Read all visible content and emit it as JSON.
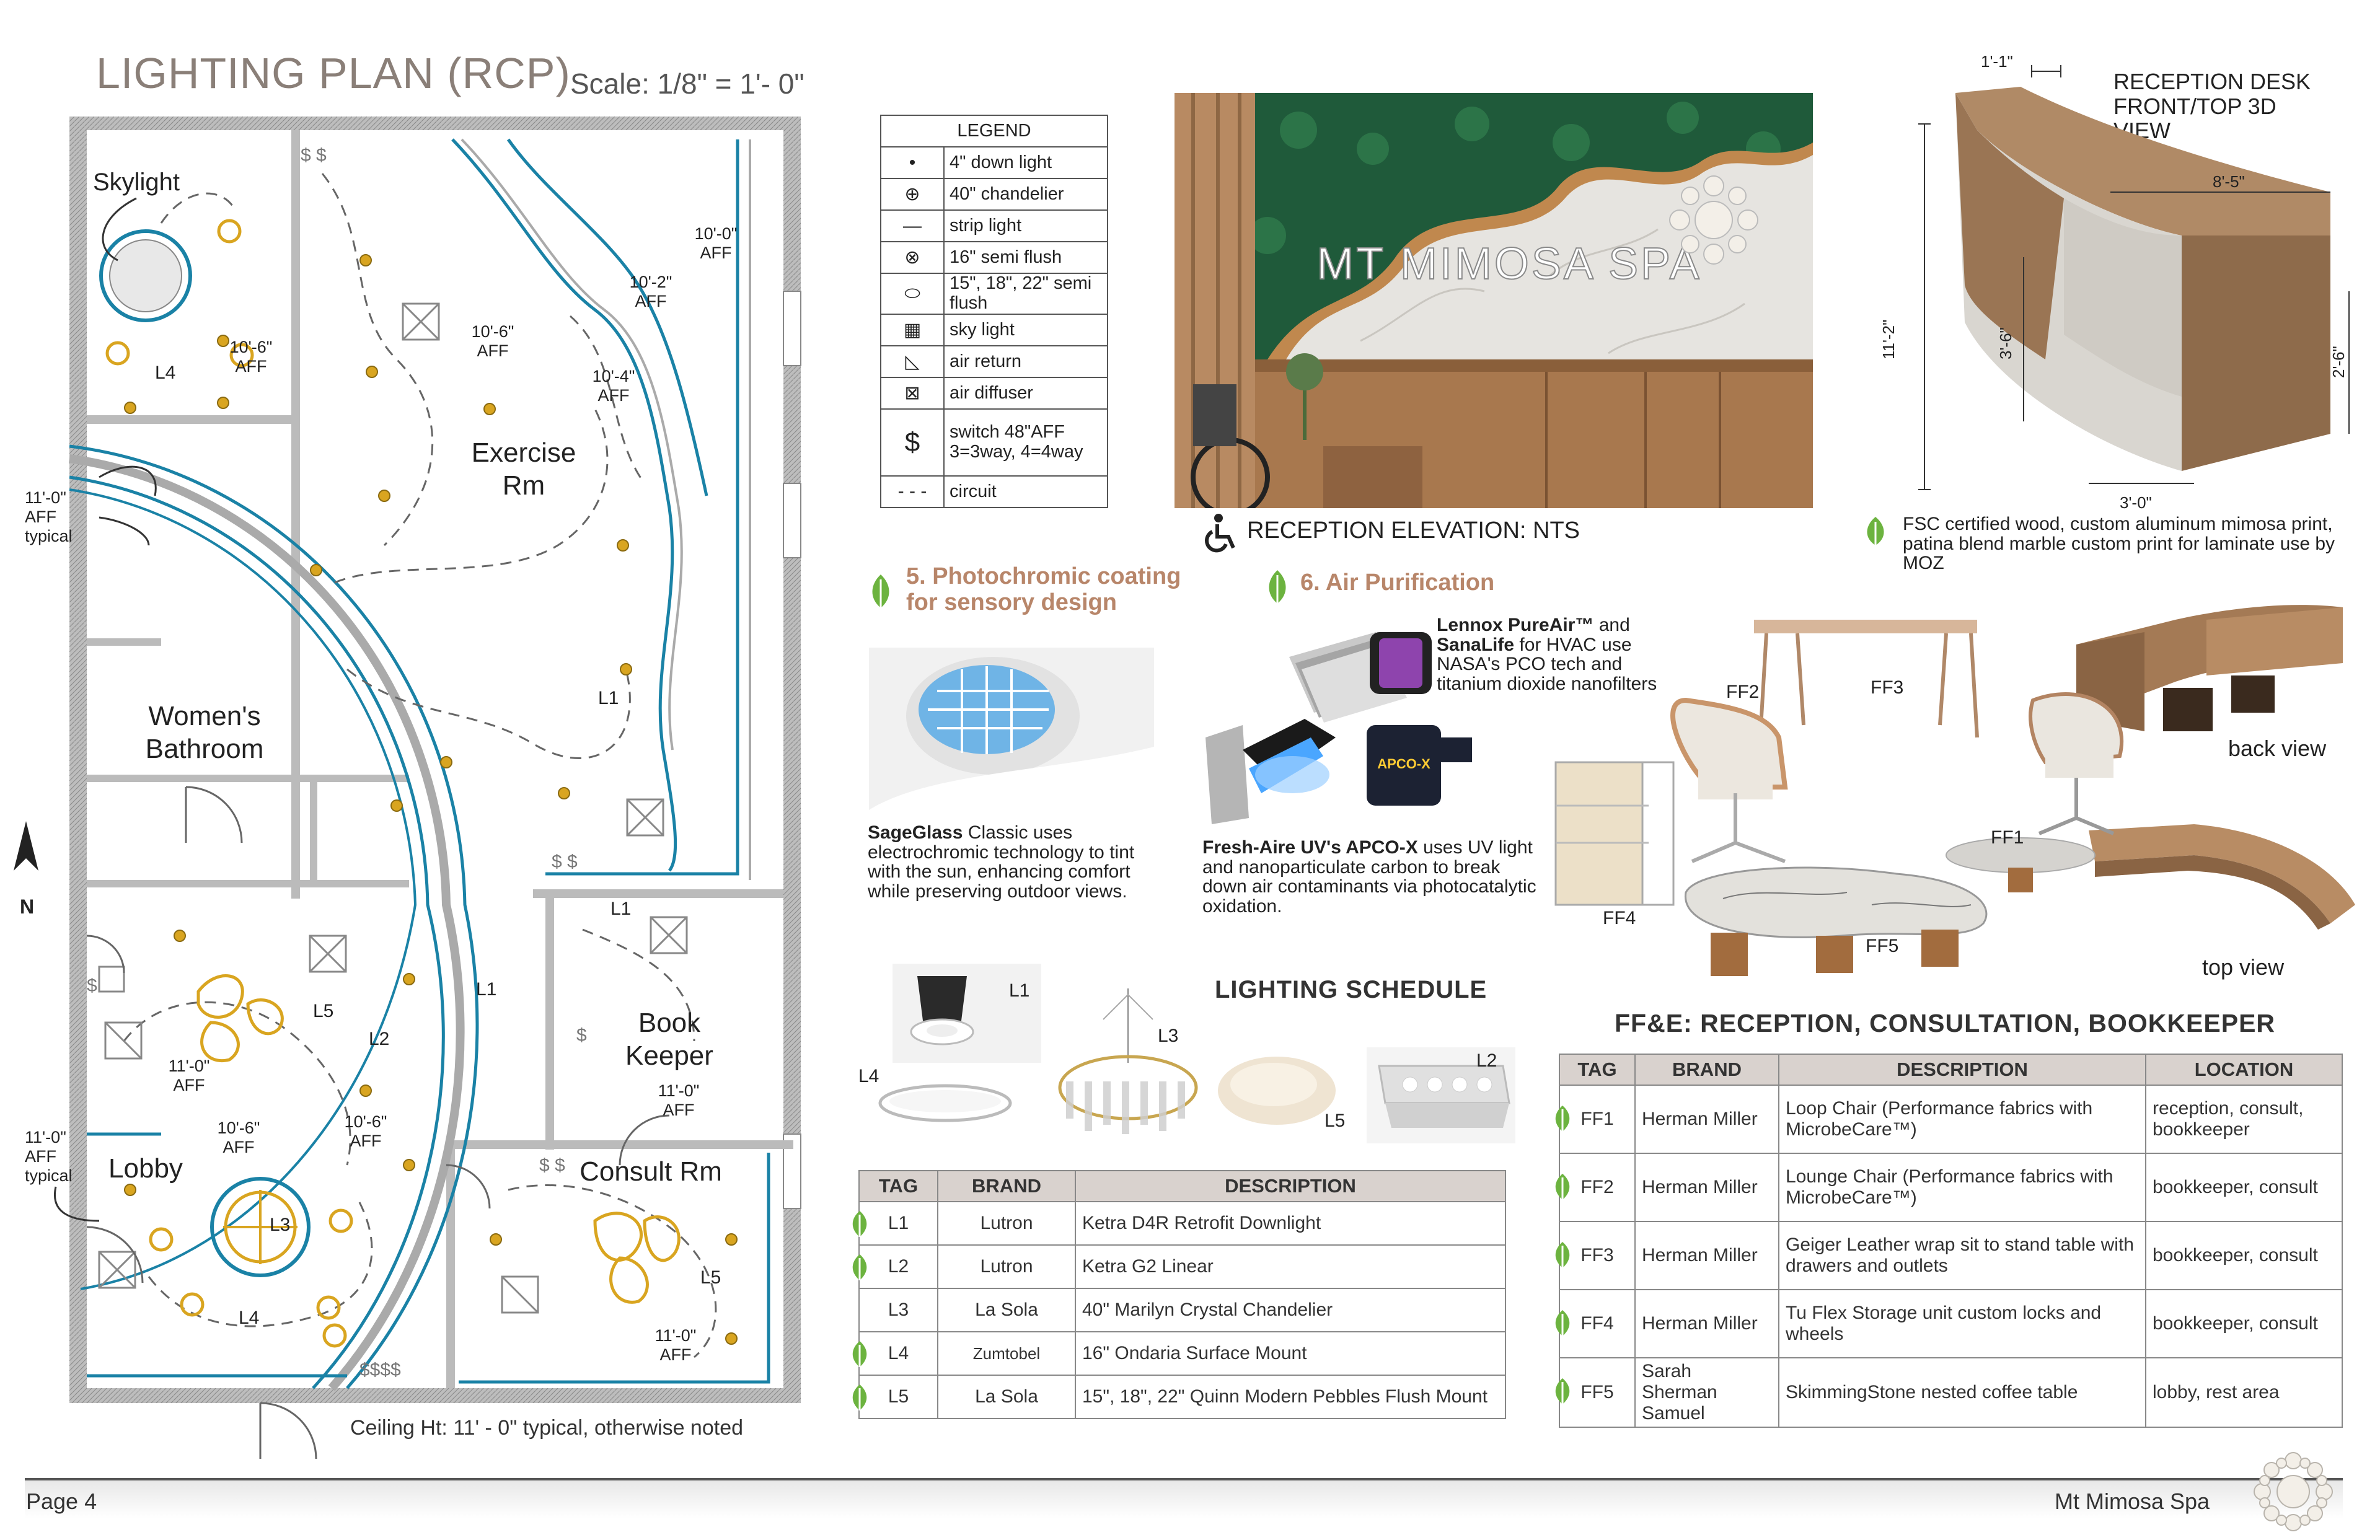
{
  "plan": {
    "title": "LIGHTING PLAN (RCP)",
    "scale": "Scale:  1/8\" = 1'- 0\"",
    "rooms": {
      "skylight": "Skylight",
      "exercise": "Exercise Rm",
      "womens": "Women's Bathroom",
      "book_keeper": "Book Keeper",
      "lobby": "Lobby",
      "consult": "Consult Rm"
    },
    "heights": {
      "h1": "10'-6\" AFF",
      "h2": "10'-0\" AFF",
      "h3": "10'-2\" AFF",
      "h4": "10'-6\" AFF",
      "h5": "10'-4\" AFF",
      "h6": "11'-0\" AFF typical",
      "h7": "11'-0\" AFF",
      "h8": "11'-0\" AFF",
      "h9": "11'-0\" AFF typical",
      "h10": "10'-6\" AFF",
      "h11": "10'-6\" AFF",
      "h12": "11'-0\" AFF"
    },
    "fixture_tags": {
      "l4a": "L4",
      "l1a": "L1",
      "l1b": "L1",
      "l1c": "L1",
      "l5a": "L5",
      "l2a": "L2",
      "l3a": "L3",
      "l4b": "L4",
      "l5b": "L5"
    },
    "north": "N",
    "ceiling_note": "Ceiling Ht: 11' - 0\" typical, otherwise noted"
  },
  "legend": {
    "title": "LEGEND",
    "items": [
      {
        "symbol": "•",
        "label": "4\" down light"
      },
      {
        "symbol": "⊕",
        "label": "40\" chandelier"
      },
      {
        "symbol": "—",
        "label": "strip light"
      },
      {
        "symbol": "⊗",
        "label": "16\" semi flush"
      },
      {
        "symbol": "⬭",
        "label": "15\", 18\", 22\" semi flush"
      },
      {
        "symbol": "▦",
        "label": "sky light"
      },
      {
        "symbol": "◺",
        "label": "air return"
      },
      {
        "symbol": "⊠",
        "label": "air diffuser"
      },
      {
        "symbol": "$",
        "label": "switch 48\"AFF 3=3way, 4=4way"
      },
      {
        "symbol": "- - -",
        "label": "circuit"
      }
    ]
  },
  "elevation": {
    "brand_text": "MT MIMOSA SPA",
    "caption": "RECEPTION ELEVATION: NTS"
  },
  "desk": {
    "heading": "RECEPTION DESK FRONT/TOP 3D VIEW",
    "dims": {
      "d1": "1'-1\"",
      "d2": "8'-5\"",
      "d3": "11'-2\"",
      "d4": "3'-6\"",
      "d5": "2'-6\"",
      "d6": "3'-0\""
    },
    "note": "FSC certified wood, custom aluminum mimosa print, patina blend marble custom print for laminate use by MOZ",
    "back_view": "back view",
    "top_view": "top view"
  },
  "photochromic": {
    "title": "5. Photochromic coating for sensory design",
    "brand": "SageGlass",
    "text": " Classic uses electrochromic technology to tint with the sun, enhancing comfort while preserving outdoor views."
  },
  "air": {
    "title": "6. Air Purification",
    "brand1": "Lennox PureAir™",
    "text1a": " and ",
    "brand2": "SanaLife",
    "text1b": " for HVAC use NASA's PCO tech and titanium dioxide nanofilters",
    "device_label": "APCO-X",
    "brand3": "Fresh-Aire UV's APCO-X",
    "text3": "  uses UV light and nanoparticulate carbon to break down air contaminants via photocatalytic oxidation."
  },
  "ffe_images": {
    "ff1": "FF1",
    "ff2": "FF2",
    "ff3": "FF3",
    "ff4": "FF4",
    "ff5": "FF5"
  },
  "lighting_schedule": {
    "title": "LIGHTING SCHEDULE",
    "image_tags": {
      "l1": "L1",
      "l2": "L2",
      "l3": "L3",
      "l4": "L4",
      "l5": "L5"
    },
    "headers": [
      "TAG",
      "BRAND",
      "DESCRIPTION"
    ],
    "rows": [
      {
        "tag": "L1",
        "brand": "Lutron",
        "desc": "Ketra D4R Retrofit Downlight",
        "leaf": true
      },
      {
        "tag": "L2",
        "brand": "Lutron",
        "desc": "Ketra G2 Linear",
        "leaf": true
      },
      {
        "tag": "L3",
        "brand": "La Sola",
        "desc": "40\" Marilyn Crystal Chandelier",
        "leaf": false
      },
      {
        "tag": "L4",
        "brand": "Zumtobel",
        "desc": "16\" Ondaria Surface Mount",
        "leaf": true
      },
      {
        "tag": "L5",
        "brand": "La Sola",
        "desc": "15\", 18\", 22\" Quinn Modern Pebbles Flush Mount",
        "leaf": true
      }
    ]
  },
  "ffe": {
    "title": "FF&E: RECEPTION, CONSULTATION, BOOKKEEPER",
    "headers": [
      "TAG",
      "BRAND",
      "DESCRIPTION",
      "LOCATION"
    ],
    "rows": [
      {
        "tag": "FF1",
        "brand": "Herman Miller",
        "desc": "Loop Chair (Performance fabrics with MicrobeCare™)",
        "loc": "reception, consult, bookkeeper"
      },
      {
        "tag": "FF2",
        "brand": "Herman Miller",
        "desc": "Lounge Chair (Performance fabrics with MicrobeCare™)",
        "loc": " bookkeeper, consult"
      },
      {
        "tag": "FF3",
        "brand": "Herman Miller",
        "desc": "Geiger Leather wrap sit to stand table with drawers and outlets",
        "loc": "bookkeeper, consult"
      },
      {
        "tag": "FF4",
        "brand": "Herman Miller",
        "desc": "Tu Flex Storage unit custom locks and wheels",
        "loc": "bookkeeper, consult"
      },
      {
        "tag": "FF5",
        "brand": "Sarah Sherman Samuel",
        "desc": "SkimmingStone nested coffee table",
        "loc": "lobby, rest area"
      }
    ]
  },
  "footer": {
    "page": "Page 4",
    "project": "Mt Mimosa Spa"
  },
  "colors": {
    "accent_teal": "#1a82a6",
    "fixture_gold": "#d9a520",
    "title_taupe": "#8a7f78",
    "section_brown": "#b8866a",
    "leaf_green": "#6cb33f",
    "table_header": "#d9d2ce"
  }
}
